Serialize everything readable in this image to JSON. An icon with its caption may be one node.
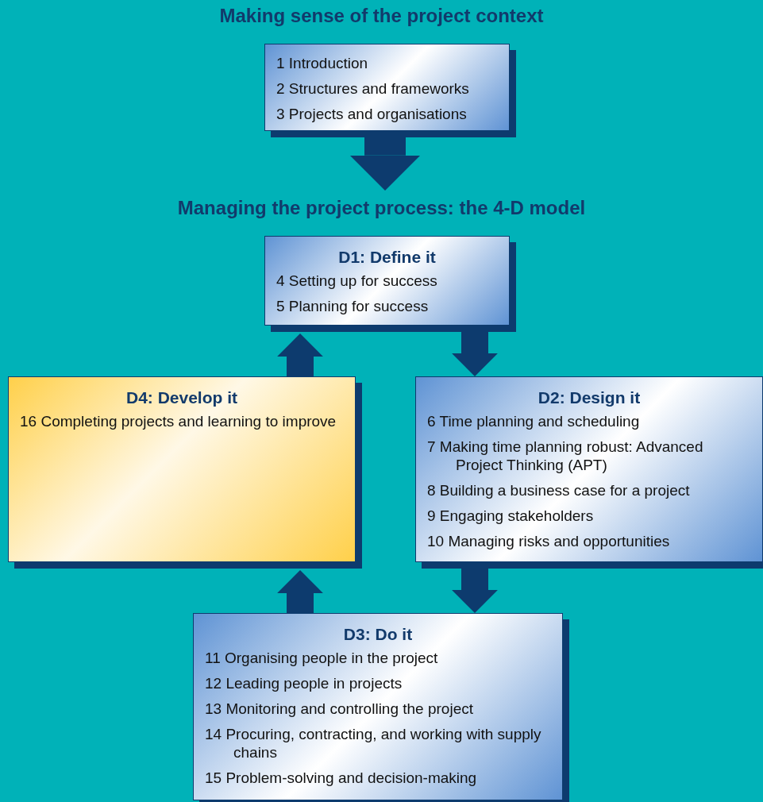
{
  "diagram": {
    "title": "Making sense of the project context",
    "nodes": [
      {
        "text": [
          "1 Introduction",
          "2 Structures and frameworks",
          "3 Projects and organisations"
        ]
      },
      {
        "text": [
          "D1: Define it",
          "4 Setting up for success",
          "5 Planning for success"
        ]
      },
      {
        "text": [
          "D4: Develop it",
          "16 Completing projects and learning to improve"
        ]
      },
      {
        "text": [
          "D2: Design it",
          "6 Time planning and scheduling",
          "7 Making time planning robust: Advanced Project Thinking (APT)",
          "8 Building a business case for a project",
          "9 Engaging stakeholders",
          "10 Managing risks and opportunities"
        ]
      },
      {
        "text": [
          "D3: Do it",
          "11 Organising people in the project",
          "12 Leading people in projects",
          "13 Monitoring and controlling the project",
          "14 Procuring, contracting, and working with supply chains",
          "15 Problem-solving and decision-making"
        ]
      }
    ],
    "edges": [
      {
        "from": 0,
        "to": 1,
        "arrow": "to"
      },
      {
        "from": 1,
        "to": 3,
        "arrow": "to"
      },
      {
        "from": 3,
        "to": 4,
        "arrow": "to"
      },
      {
        "from": 4,
        "to": 2,
        "arrow": "to"
      },
      {
        "from": 2,
        "to": 1,
        "arrow": "to"
      }
    ],
    "labels": [
      "Managing the project process: the 4-D model"
    ]
  }
}
